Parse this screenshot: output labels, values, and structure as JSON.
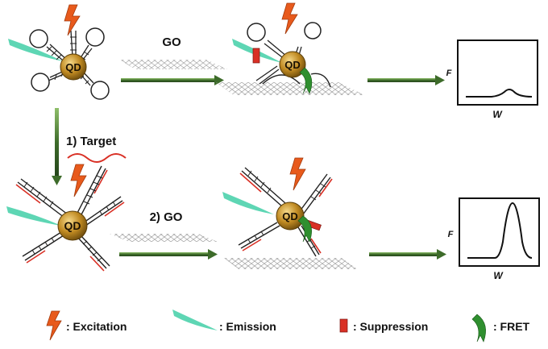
{
  "labels": {
    "go_top": "GO",
    "step1": "1) Target",
    "step2": "2) GO",
    "qd": "QD"
  },
  "plots": {
    "ylabel": "F",
    "xlabel": "W"
  },
  "legend": [
    {
      "icon": "lightning-icon",
      "text": ": Excitation"
    },
    {
      "icon": "emission-icon",
      "text": ": Emission"
    },
    {
      "icon": "suppression-icon",
      "text": ": Suppression"
    },
    {
      "icon": "fret-arrow-icon",
      "text": ": FRET"
    }
  ],
  "colors": {
    "qd": "#b8892a",
    "excitation": "#e85a1c",
    "emission": "#5ed6b4",
    "suppression": "#d93025",
    "fret": "#2f8f2f",
    "arrow": "#3d6b2a",
    "target": "#d93025"
  }
}
